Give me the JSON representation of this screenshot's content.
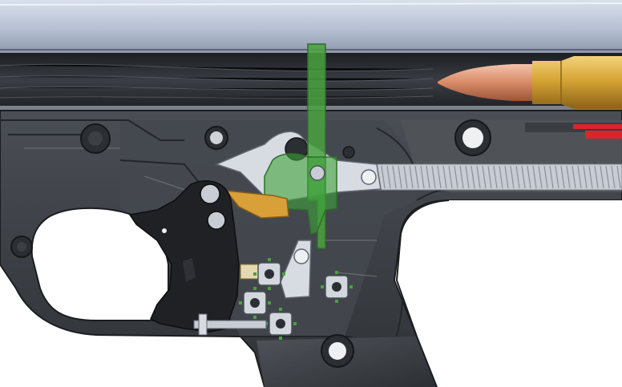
{
  "colors": {
    "background": "#ffffff",
    "barrel_top": "#b9c3d4",
    "barrel_bore": "#2e3237",
    "receiver_dark": "#3b3e44",
    "receiver_mid": "#55595f",
    "receiver_light": "#6d7178",
    "trigger_black": "#1f2124",
    "disconnector_green": "#49a23e",
    "green_translucent": "#3ea23a",
    "sear_orange": "#d9a03a",
    "cartridge_brass": "#c99a2e",
    "bullet_copper": "#d48a66",
    "spring_silver": "#c8ccd4",
    "red_indicator": "#d8262a",
    "pin_white": "#eef0f2"
  },
  "components": [
    "barrel-upper-receiver",
    "bolt-carrier-group",
    "cartridge",
    "hammer-spring",
    "disconnector-green",
    "hammer",
    "sear-orange",
    "trigger",
    "trigger-guard",
    "pistol-grip",
    "pivot-pins"
  ]
}
